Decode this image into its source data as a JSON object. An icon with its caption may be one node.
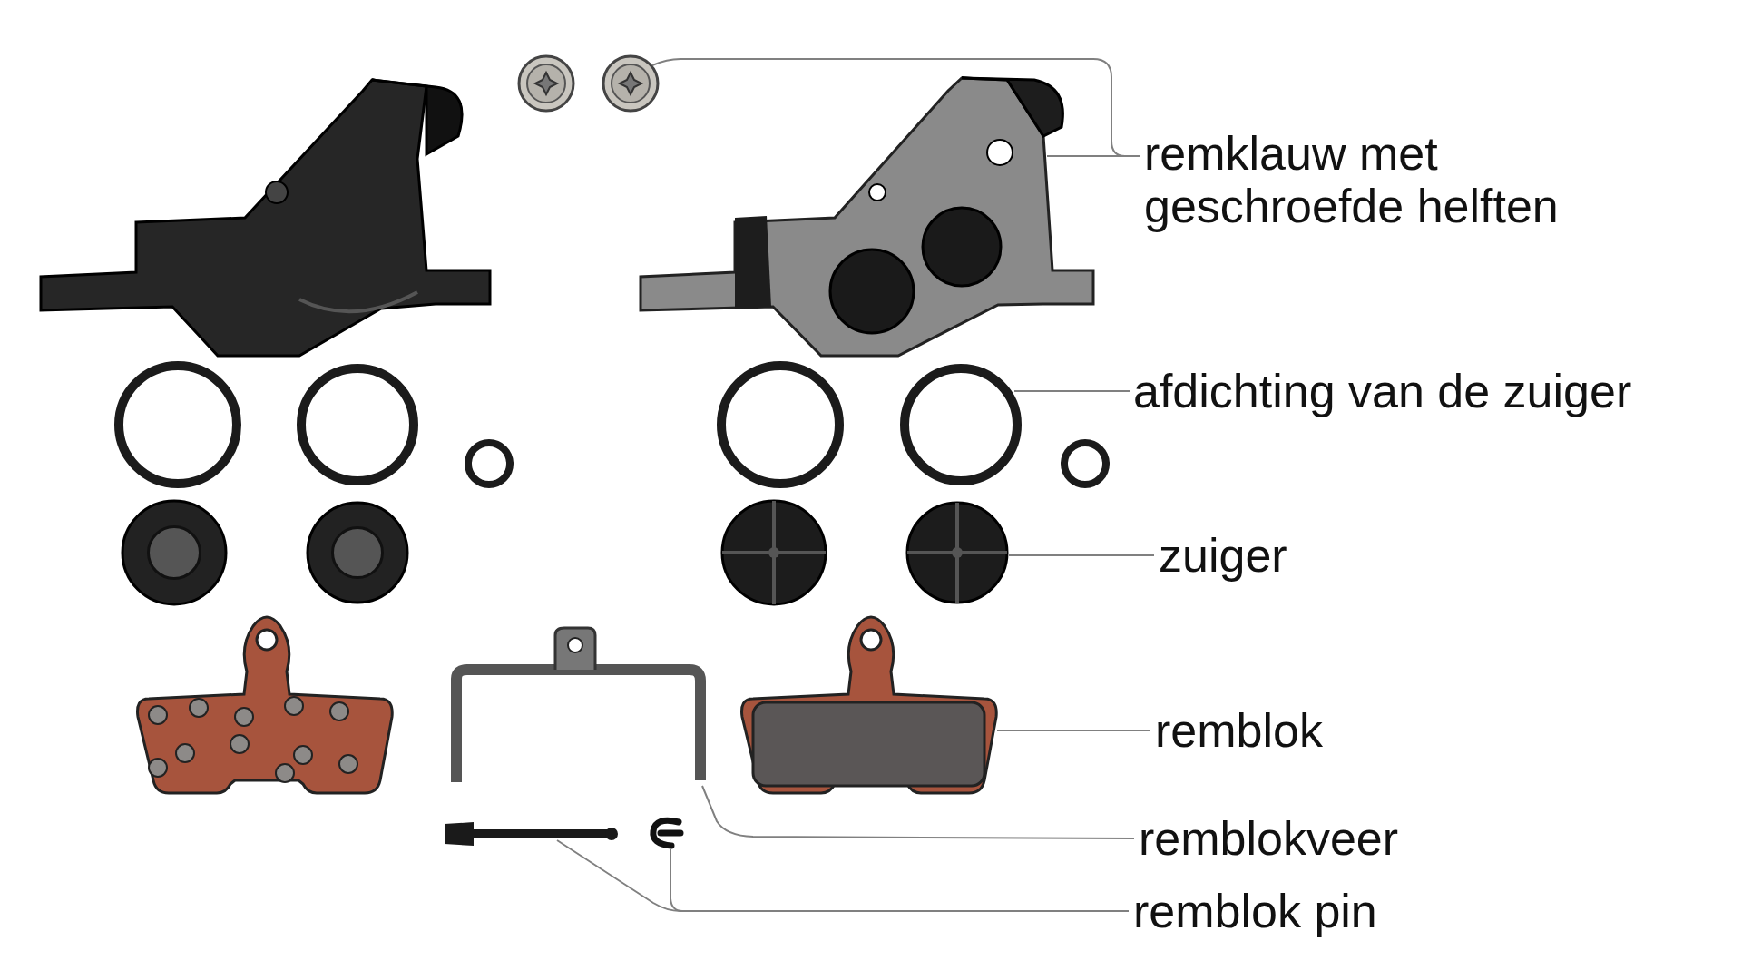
{
  "diagram": {
    "nodes": [
      {
        "text": [
          "remklauw met geschroefde helften"
        ]
      },
      {
        "text": [],
        "shape": "picture"
      },
      {
        "text": [],
        "shape": "picture"
      },
      {
        "text": [
          "afdichting van de zuiger"
        ]
      },
      {
        "text": [],
        "shape": "picture"
      },
      {
        "text": [
          "zuiger"
        ]
      },
      {
        "text": [],
        "shape": "picture"
      },
      {
        "text": [
          "remblok"
        ]
      },
      {
        "text": [],
        "shape": "picture"
      },
      {
        "text": [
          "remblokveer"
        ]
      },
      {
        "text": [],
        "shape": "picture"
      },
      {
        "text": [
          "remblok pin"
        ]
      },
      {
        "text": [],
        "shape": "picture"
      },
      {
        "text": [],
        "shape": "picture"
      }
    ],
    "edges": [
      {
        "from": 0,
        "to": 1,
        "arrow": "none"
      },
      {
        "from": 0,
        "to": 2,
        "arrow": "none"
      },
      {
        "from": 3,
        "to": 4,
        "arrow": "none"
      },
      {
        "from": 5,
        "to": 6,
        "arrow": "none"
      },
      {
        "from": 7,
        "to": 8,
        "arrow": "none"
      },
      {
        "from": 9,
        "to": 10,
        "arrow": "none"
      },
      {
        "from": 11,
        "to": 12,
        "arrow": "none"
      },
      {
        "from": 11,
        "to": 13,
        "arrow": "none"
      }
    ]
  }
}
